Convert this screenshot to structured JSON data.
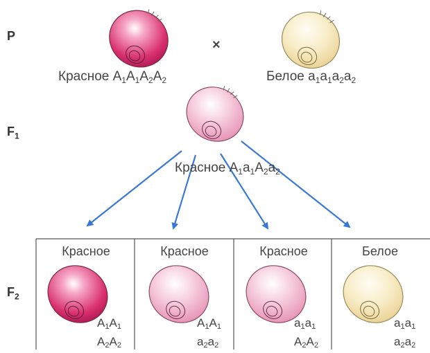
{
  "generations": {
    "p": "P",
    "f1": "F",
    "f1_sub": "1",
    "f2": "F",
    "f2_sub": "2"
  },
  "cross_symbol": "×",
  "parents": [
    {
      "trait": "Красное",
      "genotype": [
        [
          "A",
          "1"
        ],
        [
          "A",
          "1"
        ],
        [
          "A",
          "2"
        ],
        [
          "A",
          "2"
        ]
      ],
      "color": "#d9306f"
    },
    {
      "trait": "Белое",
      "genotype": [
        [
          "a",
          "1"
        ],
        [
          "a",
          "1"
        ],
        [
          "a",
          "2"
        ],
        [
          "a",
          "2"
        ]
      ],
      "color": "#f6e6b8"
    }
  ],
  "f1": {
    "trait": "Красное",
    "genotype": [
      [
        "A",
        "1"
      ],
      [
        "a",
        "1"
      ],
      [
        "A",
        "2"
      ],
      [
        "a",
        "2"
      ]
    ],
    "color": "#f1a9c6"
  },
  "f2": [
    {
      "trait": "Красное",
      "line1": [
        [
          "A",
          "1"
        ],
        [
          "A",
          "1"
        ]
      ],
      "line2": [
        [
          "A",
          "2"
        ],
        [
          "A",
          "2"
        ]
      ],
      "color": "#d9306f"
    },
    {
      "trait": "Красное",
      "line1": [
        [
          "A",
          "1"
        ],
        [
          "A",
          "1"
        ]
      ],
      "line2": [
        [
          "a",
          "2"
        ],
        [
          "a",
          "2"
        ]
      ],
      "color": "#efa0c0"
    },
    {
      "trait": "Красное",
      "line1": [
        [
          "a",
          "1"
        ],
        [
          "a",
          "1"
        ]
      ],
      "line2": [
        [
          "A",
          "2"
        ],
        [
          "A",
          "2"
        ]
      ],
      "color": "#efa0c0"
    },
    {
      "trait": "Белое",
      "line1": [
        [
          "a",
          "1"
        ],
        [
          "a",
          "1"
        ]
      ],
      "line2": [
        [
          "a",
          "2"
        ],
        [
          "a",
          "2"
        ]
      ],
      "color": "#f6e6b8"
    }
  ],
  "arrow_color": "#3a78d6"
}
